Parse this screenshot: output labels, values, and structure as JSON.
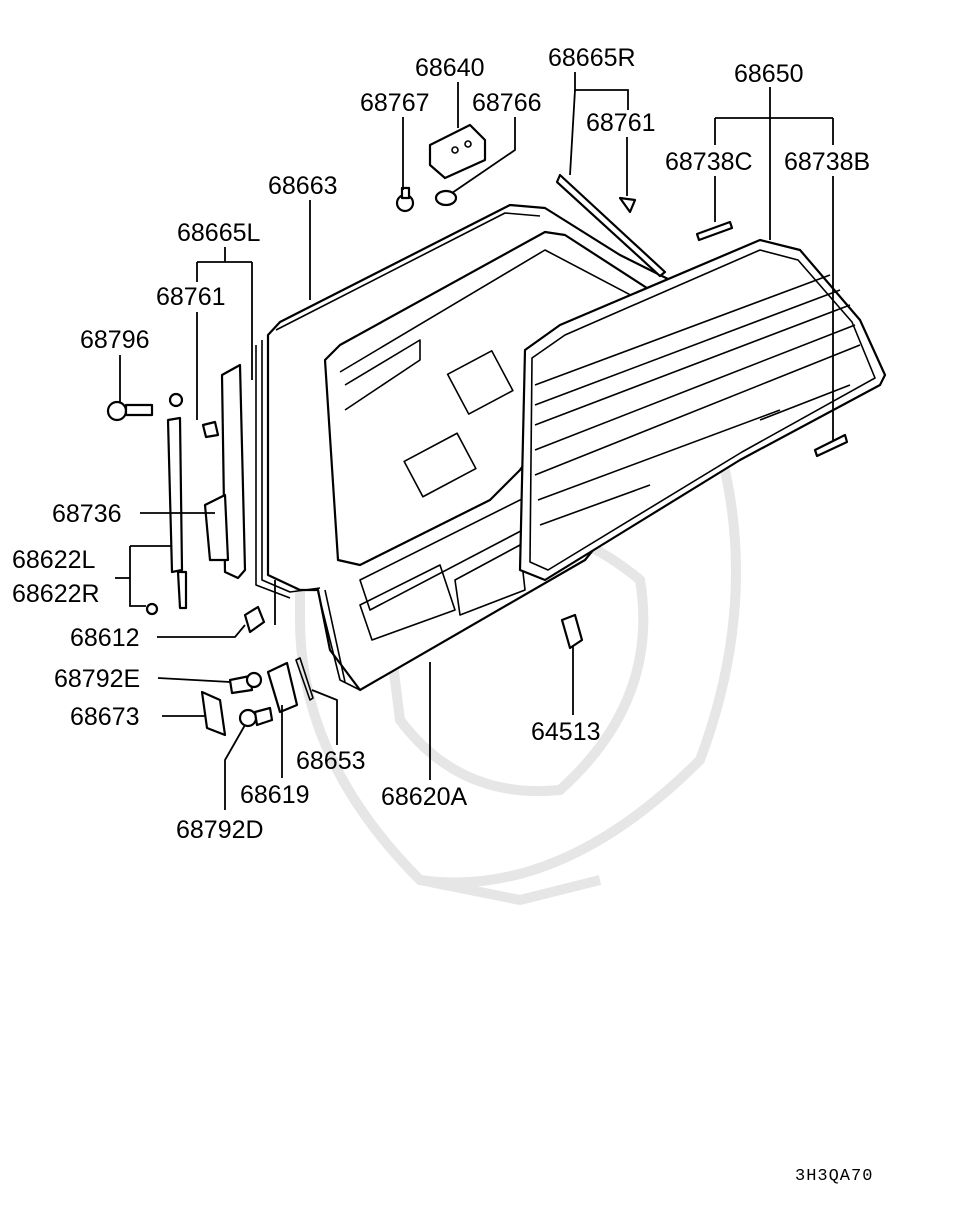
{
  "labels": {
    "p68640": "68640",
    "p68665R": "68665R",
    "p68650": "68650",
    "p68767": "68767",
    "p68766": "68766",
    "p68761_r": "68761",
    "p68738C": "68738C",
    "p68738B": "68738B",
    "p68663": "68663",
    "p68665L": "68665L",
    "p68761_l": "68761",
    "p68796": "68796",
    "p68736": "68736",
    "p68622L": "68622L",
    "p68622R": "68622R",
    "p68612": "68612",
    "p68792E": "68792E",
    "p68673": "68673",
    "p68653": "68653",
    "p68619": "68619",
    "p68792D": "68792D",
    "p68620A": "68620A",
    "p64513": "64513"
  },
  "diagram_code": "3H3QA70"
}
